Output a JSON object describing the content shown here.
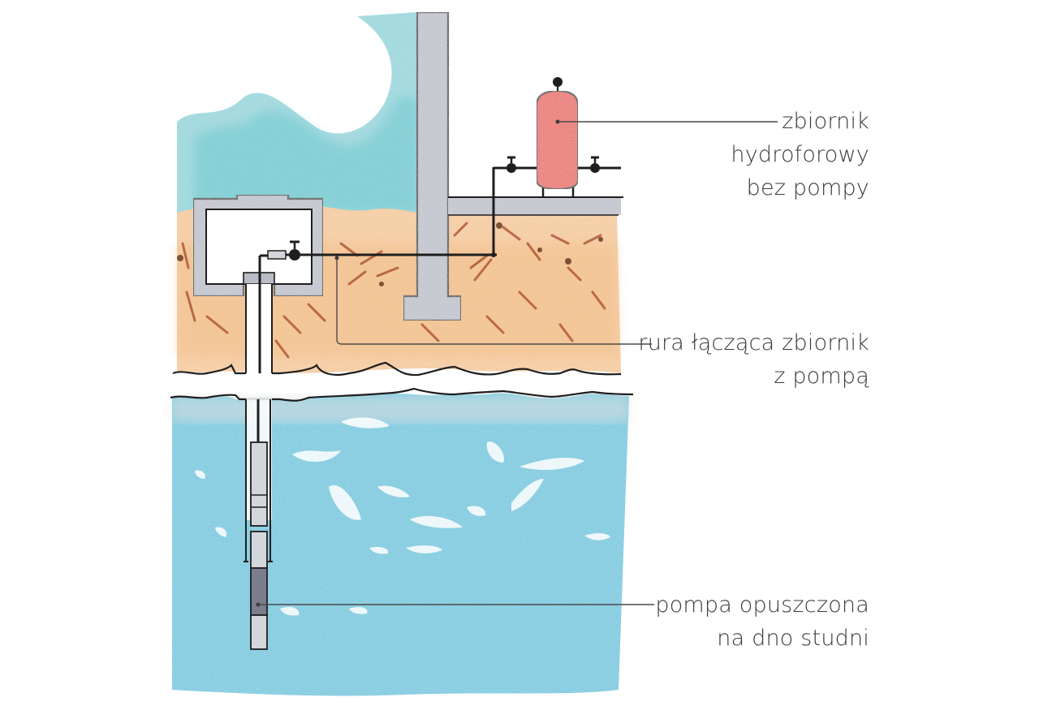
{
  "diagram": {
    "type": "cross-section illustration",
    "subject": "well with submersible pump and pressure tank",
    "labels": {
      "tank": {
        "lines": [
          "zbiornik",
          "hydroforowy",
          "bez pompy"
        ]
      },
      "pipe": {
        "lines": [
          "rura łącząca zbiornik",
          "z pompą"
        ]
      },
      "pump": {
        "lines": [
          "pompa opuszczona",
          "na dno studni"
        ]
      }
    },
    "colors": {
      "sky": "#7fcfd6",
      "soil": "#f3c48f",
      "soil_marks": "#b0502a",
      "water": "#5ec3dc",
      "concrete": "#b9bcc6",
      "tank": "#e8584f",
      "line": "#1e1e1e",
      "leader": "#4a4a4a",
      "text": "#3a3a3a"
    }
  }
}
